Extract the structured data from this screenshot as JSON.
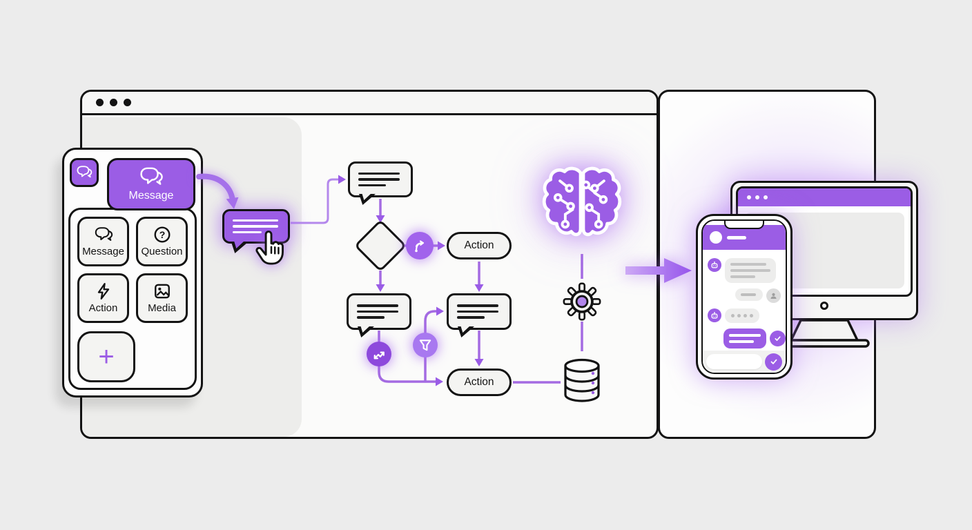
{
  "colors": {
    "accent": "#9b5de5",
    "accent_dark": "#8a46d9",
    "accent_light": "#b287ef",
    "connector": "#a46be2",
    "ink": "#131313",
    "node_fill": "#f4f4f2",
    "page_background": "#ececec"
  },
  "builder_window": {
    "titlebar": {
      "dot_count": 3
    },
    "palette": {
      "mini_button": {
        "icon": "chat-bubbles-icon"
      },
      "active_item": {
        "icon": "chat-bubbles-icon",
        "label": "Message"
      },
      "items": [
        {
          "icon": "chat-bubbles-icon",
          "label": "Message"
        },
        {
          "icon": "question-circle-icon",
          "label": "Question"
        },
        {
          "icon": "lightning-icon",
          "label": "Action"
        },
        {
          "icon": "image-icon",
          "label": "Media"
        }
      ],
      "add_button": {
        "label": "+"
      }
    },
    "canvas": {
      "action_labels": [
        "Action",
        "Action"
      ],
      "node_types": [
        "message-bubble",
        "decision-diamond",
        "action-pill",
        "message-bubble",
        "message-bubble",
        "action-pill"
      ],
      "badge_icons": [
        "branch-icon",
        "shuffle-icon",
        "filter-icon"
      ],
      "side_icons": [
        "ai-brain-icon",
        "gear-icon",
        "database-icon"
      ],
      "drag": {
        "item": "message-bubble",
        "cursor": "hand-pointer-cursor"
      }
    }
  },
  "preview_panel": {
    "devices": [
      "phone",
      "desktop-monitor"
    ],
    "monitor_titlebar_dots": 3,
    "phone_chat": {
      "incoming_messages": 2,
      "typing_dots": 4,
      "outgoing_gray": 1,
      "sent_purple": 1,
      "status_icon": "check-circle-icon"
    }
  }
}
